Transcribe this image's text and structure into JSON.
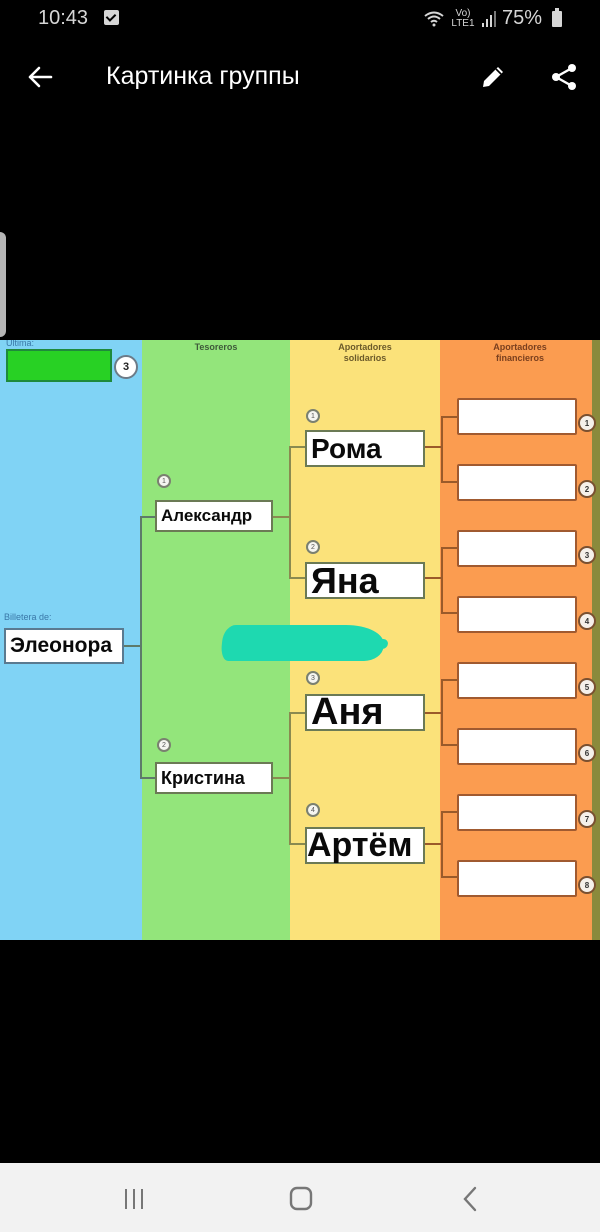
{
  "status_bar": {
    "time": "10:43",
    "network_label": "Vo) LTE1",
    "battery_percent": "75%",
    "icons": [
      "checkbox-notification-icon",
      "wifi-icon",
      "volte-lte-icon",
      "signal-icon",
      "battery-icon"
    ]
  },
  "app_bar": {
    "title": "Картинка группы",
    "back_icon": "arrow-left-icon",
    "edit_icon": "pencil-icon",
    "share_icon": "share-icon"
  },
  "image": {
    "columns": [
      {
        "header": "",
        "color": "#80d3f5"
      },
      {
        "header": "Tesoreros",
        "color": "#93e57b"
      },
      {
        "header": "Aportadores solidarios",
        "color": "#fbe27a"
      },
      {
        "header": "Aportadores financieros",
        "color": "#fb9c50"
      }
    ],
    "ultima_label": "Ultima:",
    "ultima_number": "3",
    "billetera_label": "Billetera de:",
    "owner": "Элеонора",
    "tesoreros": [
      {
        "num": "1",
        "name": "Александр"
      },
      {
        "num": "2",
        "name": "Кристина"
      }
    ],
    "solidarios": [
      {
        "num": "1",
        "name": "Рома"
      },
      {
        "num": "2",
        "name": "Яна"
      },
      {
        "num": "3",
        "name": "Аня"
      },
      {
        "num": "4",
        "name": "Артём"
      }
    ],
    "financieros": [
      {
        "num": "1",
        "name": ""
      },
      {
        "num": "2",
        "name": ""
      },
      {
        "num": "3",
        "name": ""
      },
      {
        "num": "4",
        "name": ""
      },
      {
        "num": "5",
        "name": ""
      },
      {
        "num": "6",
        "name": ""
      },
      {
        "num": "7",
        "name": ""
      },
      {
        "num": "8",
        "name": ""
      }
    ],
    "scribble_color": "#1ed9b0"
  },
  "nav_bar": {
    "recent_icon": "recent-apps-icon",
    "home_icon": "home-icon",
    "back_icon": "back-icon"
  }
}
